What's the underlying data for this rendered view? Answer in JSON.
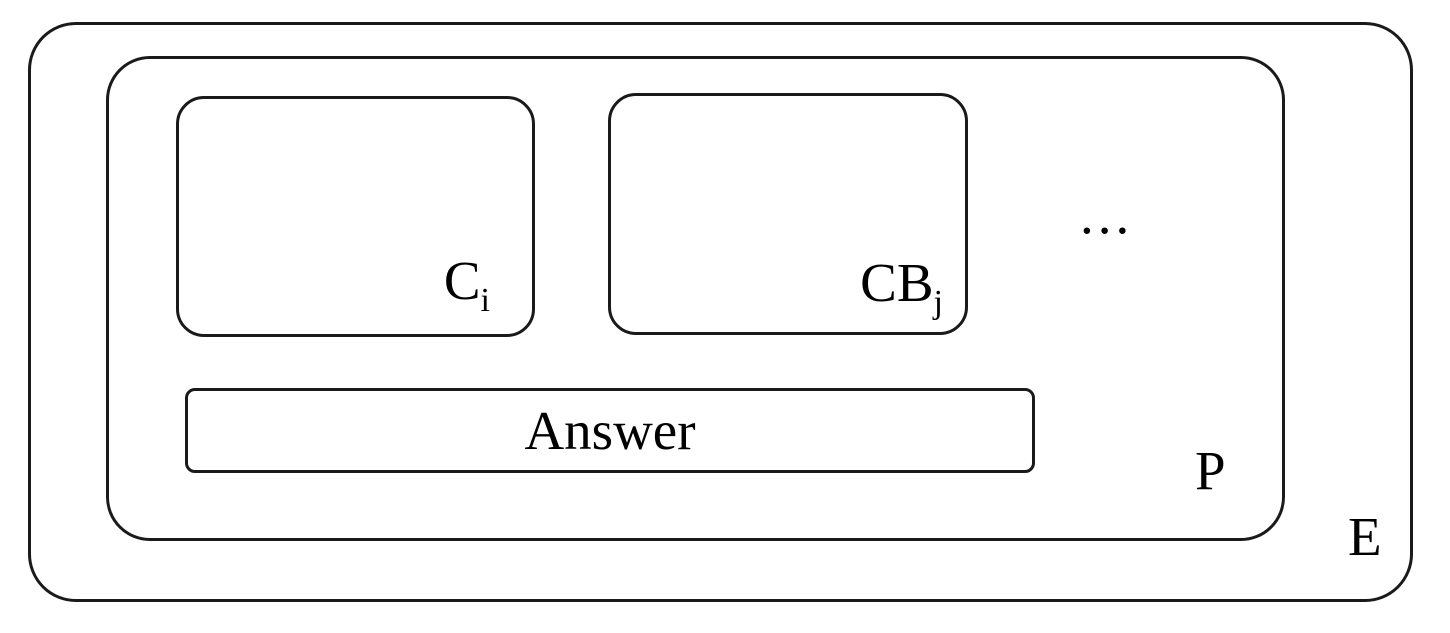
{
  "diagram": {
    "environment_box": {
      "label": "E"
    },
    "problem_box": {
      "label": "P"
    },
    "choice_box": {
      "label_base": "C",
      "label_subscript": "i"
    },
    "checkbox_box": {
      "label_base": "CB",
      "label_subscript": "j"
    },
    "ellipsis": "...",
    "answer_box": {
      "label": "Answer"
    }
  },
  "colors": {
    "stroke": "#1a1a1a",
    "background": "#ffffff",
    "text": "#000000"
  }
}
